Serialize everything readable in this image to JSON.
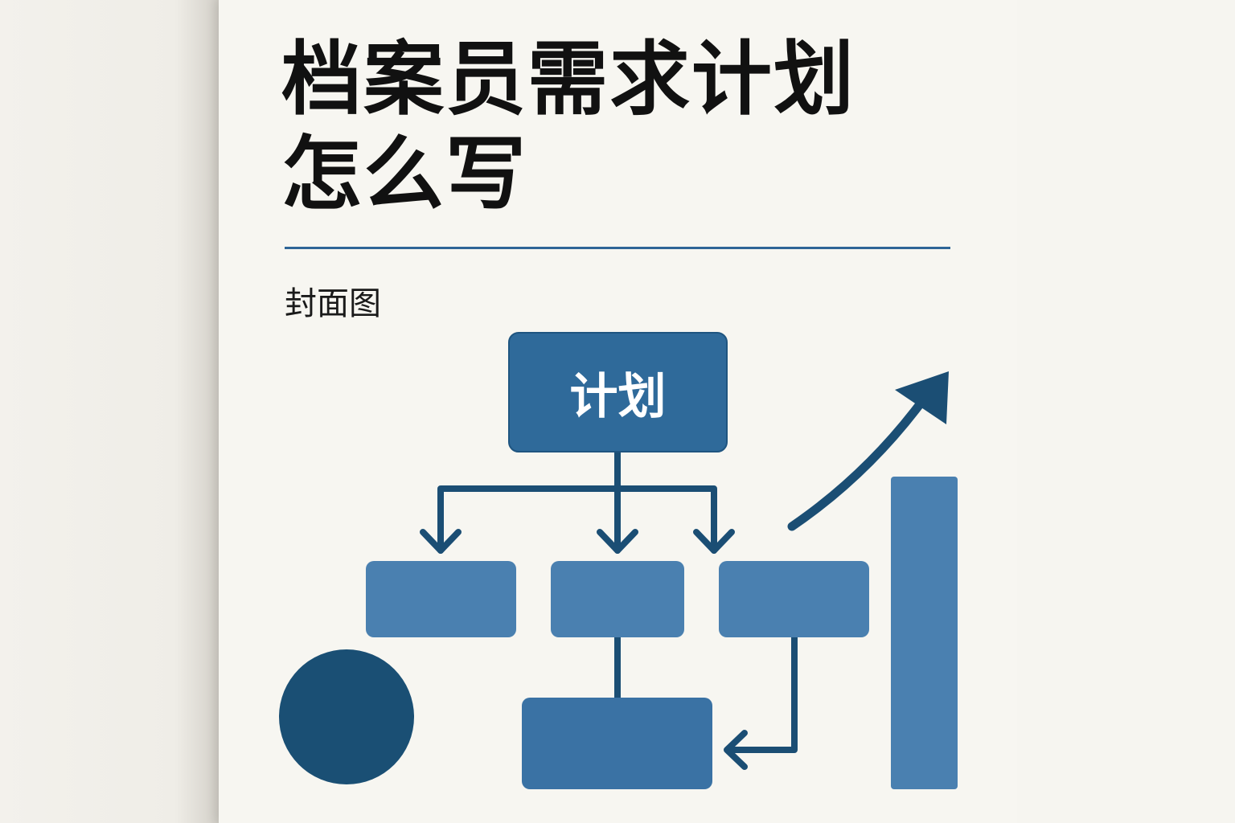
{
  "cover": {
    "title_line1": "档案员需求计划",
    "title_line2": "怎么写",
    "subtitle": "封面图",
    "diagram": {
      "top_box_label": "计划"
    }
  },
  "colors": {
    "primary_box": "#2f6a9a",
    "secondary_box": "#4a80b0",
    "dark_accent": "#1b4e74",
    "rule": "#2e6596"
  }
}
